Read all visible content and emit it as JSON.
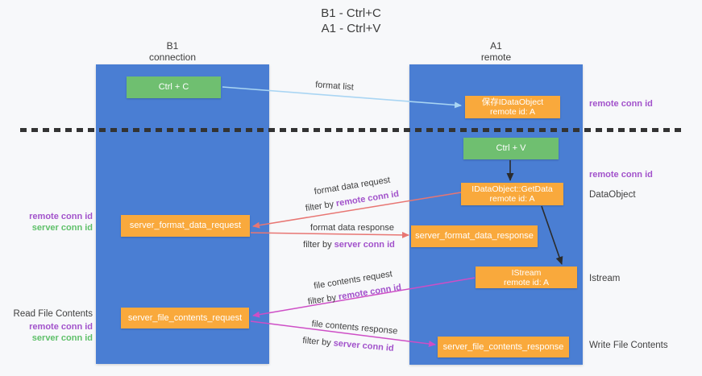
{
  "title": {
    "lines": [
      "B1 - Ctrl+C",
      "A1 - Ctrl+V"
    ]
  },
  "lanes": {
    "left": {
      "name": "B1",
      "subtitle": "connection"
    },
    "right": {
      "name": "A1",
      "subtitle": "remote"
    }
  },
  "nodes": {
    "ctrl_c": {
      "label": "Ctrl + C"
    },
    "ctrl_v": {
      "label": "Ctrl + V"
    },
    "save_dataobject": {
      "line1": "保存IDataObject",
      "line2": "remote id: A"
    },
    "getdata": {
      "line1": "IDataObject::GetData",
      "line2": "remote id: A"
    },
    "istream": {
      "line1": "IStream",
      "line2": "remote id: A"
    },
    "server_format_data_request": {
      "label": "server_format_data_request"
    },
    "server_format_data_response": {
      "label": "server_format_data_response"
    },
    "server_file_contents_request": {
      "label": "server_file_contents_request"
    },
    "server_file_contents_response": {
      "label": "server_file_contents_response"
    }
  },
  "flow_labels": {
    "format_list": "format list",
    "format_data_request": "format data request",
    "format_data_response": "format data response",
    "file_contents_request": "file contents request",
    "file_contents_response": "file contents response",
    "filter_by": "filter by ",
    "remote_conn_id": "remote conn id",
    "server_conn_id": "server conn id"
  },
  "annotations": {
    "right": [
      {
        "text": "remote conn id",
        "style": "purple"
      },
      {
        "text": "remote conn id",
        "style": "purple"
      },
      {
        "text": "DataObject",
        "style": "plain"
      },
      {
        "text": "Istream",
        "style": "plain"
      },
      {
        "text": "Write File Contents",
        "style": "plain"
      }
    ],
    "left": [
      {
        "text": "remote conn id",
        "style": "purple"
      },
      {
        "text": "server conn id",
        "style": "green"
      },
      {
        "text": "Read File Contents",
        "style": "plain"
      },
      {
        "text": "remote conn id",
        "style": "purple"
      },
      {
        "text": "server conn id",
        "style": "green"
      }
    ]
  },
  "colors": {
    "column_blue": "#4A7ED3",
    "box_orange": "#F9A93C",
    "box_green": "#6FBF70",
    "arrow_lightblue": "#A9D5F3",
    "arrow_red": "#E87673",
    "arrow_magenta": "#CE4EC6",
    "text_purple": "#A252CB",
    "text_green": "#5FC06A",
    "dashed_line": "#333333"
  }
}
